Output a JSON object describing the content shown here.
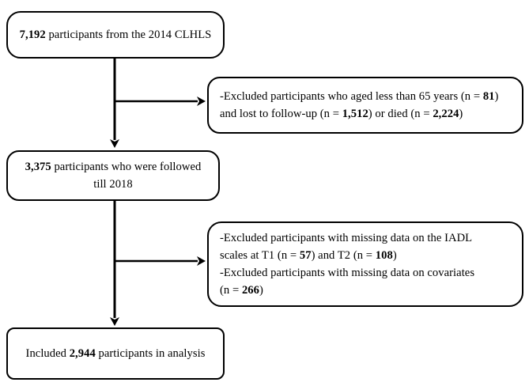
{
  "diagram": {
    "type": "flowchart",
    "title": "Participant selection flow diagram",
    "background_color": "#ffffff",
    "line_color": "#000000",
    "nodes": {
      "enrolled": {
        "name": "enrolled-participants-box",
        "lines": [
          {
            "segments": [
              {
                "text": "7,192",
                "bold": true
              },
              {
                "text": " participants from the 2014 CLHLS",
                "bold": false
              }
            ]
          }
        ]
      },
      "excluded_1": {
        "name": "first-exclusion-box",
        "lines": [
          {
            "segments": [
              {
                "text": "-Excluded participants who aged less than 65 years (n = ",
                "bold": false
              },
              {
                "text": "81",
                "bold": true
              },
              {
                "text": ")",
                "bold": false
              }
            ]
          },
          {
            "segments": [
              {
                "text": "and lost to follow-up (n = ",
                "bold": false
              },
              {
                "text": "1,512",
                "bold": true
              },
              {
                "text": ") or died (n = ",
                "bold": false
              },
              {
                "text": "2,224",
                "bold": true
              },
              {
                "text": ")",
                "bold": false
              }
            ]
          }
        ]
      },
      "followed": {
        "name": "followed-participants-box",
        "lines": [
          {
            "segments": [
              {
                "text": "3,375",
                "bold": true
              },
              {
                "text": " participants who were followed",
                "bold": false
              }
            ]
          },
          {
            "segments": [
              {
                "text": "till 2018",
                "bold": false
              }
            ]
          }
        ]
      },
      "excluded_2": {
        "name": "second-exclusion-box",
        "lines": [
          {
            "segments": [
              {
                "text": "-Excluded participants with missing data on the IADL",
                "bold": false
              }
            ]
          },
          {
            "segments": [
              {
                "text": "scales at T1 (n = ",
                "bold": false
              },
              {
                "text": "57",
                "bold": true
              },
              {
                "text": ") and T2 (n = ",
                "bold": false
              },
              {
                "text": "108",
                "bold": true
              },
              {
                "text": ")",
                "bold": false
              }
            ]
          },
          {
            "segments": [
              {
                "text": "-Excluded participants with missing data on covariates",
                "bold": false
              }
            ]
          },
          {
            "segments": [
              {
                "text": "(n = ",
                "bold": false
              },
              {
                "text": "266",
                "bold": true
              },
              {
                "text": ")",
                "bold": false
              }
            ]
          }
        ]
      },
      "included": {
        "name": "included-participants-box",
        "lines": [
          {
            "segments": [
              {
                "text": "Included ",
                "bold": false
              },
              {
                "text": "2,944",
                "bold": true
              },
              {
                "text": " participants in analysis",
                "bold": false
              }
            ]
          }
        ]
      }
    },
    "connectors": [
      {
        "name": "enrolled-to-followed-trunk",
        "kind": "vertical-arrow",
        "from": "enrolled",
        "to": "followed"
      },
      {
        "name": "branch-to-first-exclusion",
        "kind": "horizontal-arrow",
        "from": "enrolled-to-followed-trunk",
        "to": "excluded_1"
      },
      {
        "name": "followed-to-included-trunk",
        "kind": "vertical-arrow",
        "from": "followed",
        "to": "included"
      },
      {
        "name": "branch-to-second-exclusion",
        "kind": "horizontal-arrow",
        "from": "followed-to-included-trunk",
        "to": "excluded_2"
      }
    ]
  }
}
